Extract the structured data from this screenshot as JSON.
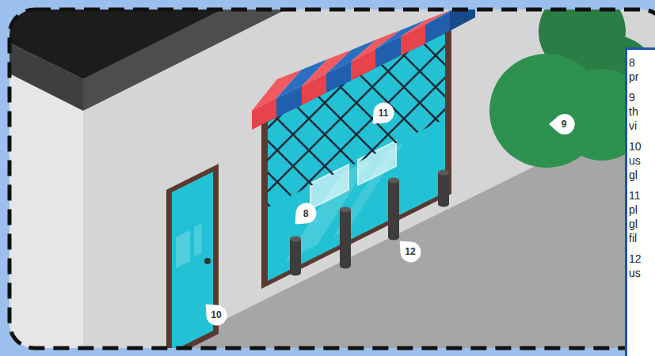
{
  "diagram": {
    "nodes": [
      {
        "text": [
          "8 pr",
          "9 th vi",
          "10 us gl",
          "11 pl gl fil",
          "12 us"
        ]
      }
    ],
    "labels": [
      "11",
      "9",
      "8",
      "12",
      "10"
    ]
  }
}
